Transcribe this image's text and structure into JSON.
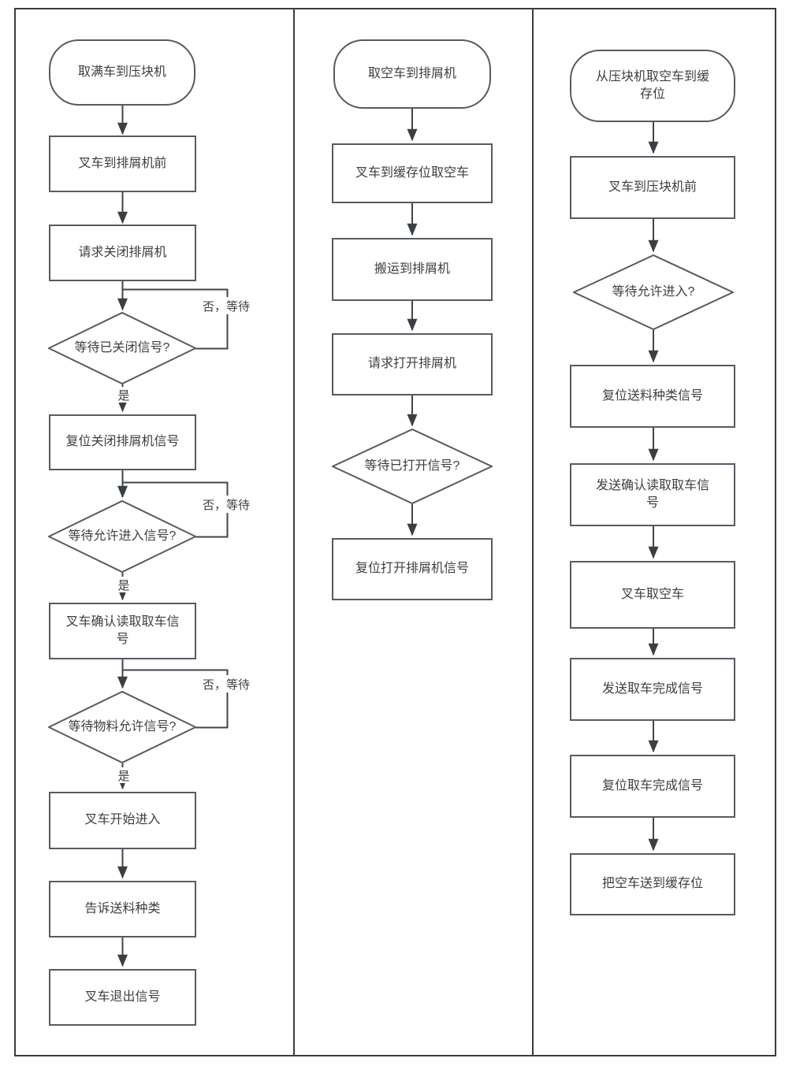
{
  "colors": {
    "frame": "#3c3c3c",
    "node_border": "#565b62",
    "connector": "#40454a",
    "text": "#3b3f42",
    "background": "#ffffff"
  },
  "flows": [
    {
      "start": "取满车到压块机",
      "nodes": [
        {
          "type": "process",
          "label": "叉车到排屑机前"
        },
        {
          "type": "process",
          "label": "请求关闭排屑机"
        },
        {
          "type": "decision",
          "label": "等待已关闭信号?",
          "no": "否，等待",
          "yes": "是"
        },
        {
          "type": "process",
          "label": "复位关闭排屑机信号"
        },
        {
          "type": "decision",
          "label": "等待允许进入信号?",
          "no": "否，等待",
          "yes": "是"
        },
        {
          "type": "process",
          "label": "叉车确认读取取车信\n号"
        },
        {
          "type": "decision",
          "label": "等待物料允许信号?",
          "no": "否，等待",
          "yes": "是"
        },
        {
          "type": "process",
          "label": "叉车开始进入"
        },
        {
          "type": "process",
          "label": "告诉送料种类"
        },
        {
          "type": "process",
          "label": "叉车退出信号"
        }
      ]
    },
    {
      "start": "取空车到排屑机",
      "nodes": [
        {
          "type": "process",
          "label": "叉车到缓存位取空车"
        },
        {
          "type": "process",
          "label": "搬运到排屑机"
        },
        {
          "type": "process",
          "label": "请求打开排屑机"
        },
        {
          "type": "decision",
          "label": "等待已打开信号?"
        },
        {
          "type": "process",
          "label": "复位打开排屑机信号"
        }
      ]
    },
    {
      "start": "从压块机取空车到缓\n存位",
      "nodes": [
        {
          "type": "process",
          "label": "叉车到压块机前"
        },
        {
          "type": "decision",
          "label": "等待允许进入?"
        },
        {
          "type": "process",
          "label": "复位送料种类信号"
        },
        {
          "type": "process",
          "label": "发送确认读取取车信\n号"
        },
        {
          "type": "process",
          "label": "叉车取空车"
        },
        {
          "type": "process",
          "label": "发送取车完成信号"
        },
        {
          "type": "process",
          "label": "复位取车完成信号"
        },
        {
          "type": "process",
          "label": "把空车送到缓存位"
        }
      ]
    }
  ]
}
